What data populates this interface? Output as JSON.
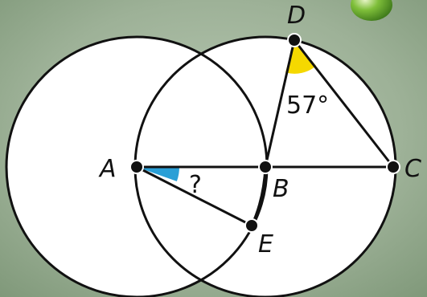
{
  "diagram": {
    "points": [
      {
        "id": "A",
        "label": "A"
      },
      {
        "id": "B",
        "label": "B"
      },
      {
        "id": "C",
        "label": "C"
      },
      {
        "id": "D",
        "label": "D"
      },
      {
        "id": "E",
        "label": "E"
      }
    ],
    "angle_labels": {
      "given": "57°",
      "unknown": "?"
    },
    "colors": {
      "given_angle": "#f5d800",
      "unknown_angle": "#2a9fd6",
      "lines": "#111111",
      "circle_fill": "#ffffff",
      "background": "#8fa58a"
    }
  }
}
